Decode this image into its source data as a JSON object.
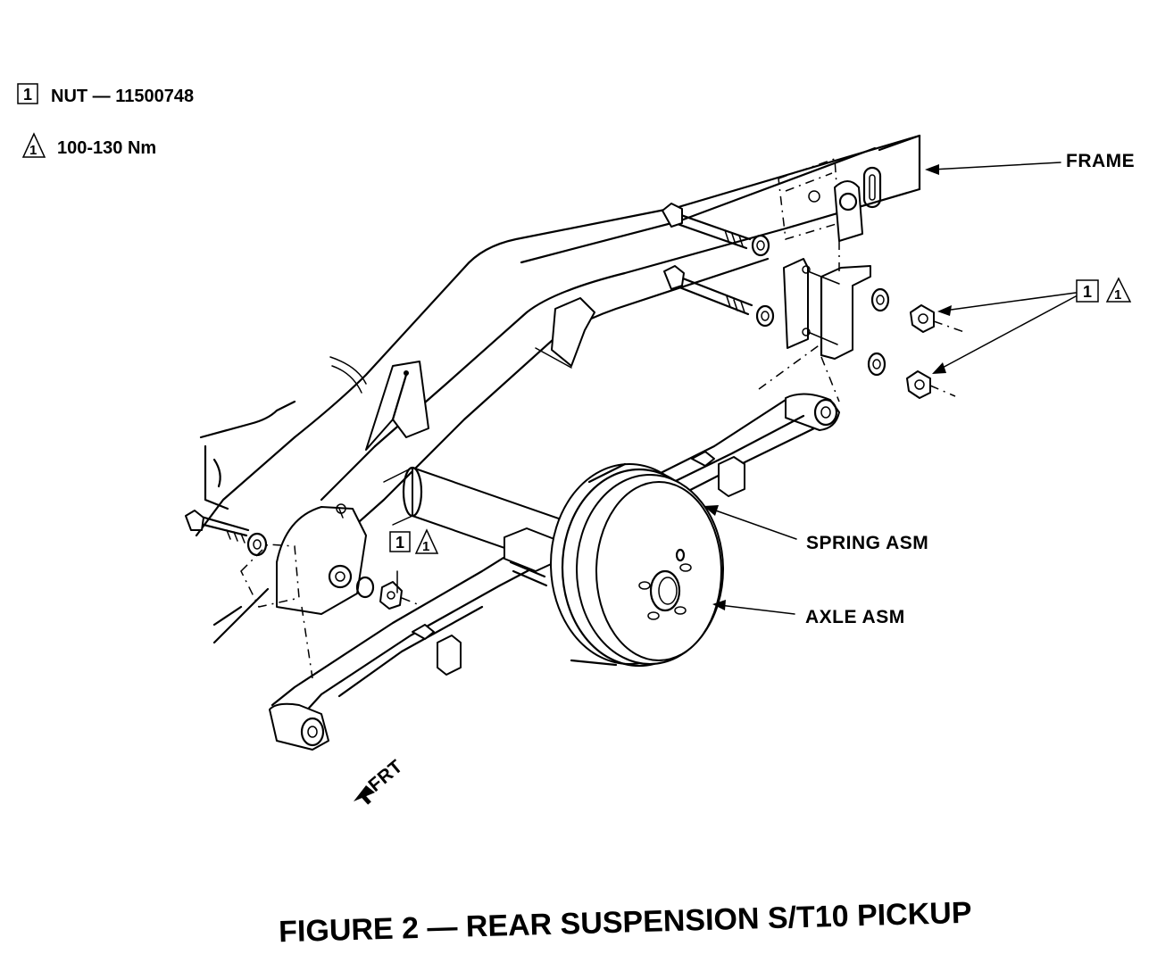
{
  "legend": {
    "nut": {
      "symbol": "1",
      "text": "NUT — 11500748"
    },
    "torque": {
      "symbol": "1",
      "text": "100-130 Nm"
    }
  },
  "labels": {
    "frame": "FRAME",
    "spring": "SPRING ASM",
    "axle": "AXLE ASM",
    "front": "FRT",
    "callout_symbol": "1"
  },
  "caption": "FIGURE 2 — REAR SUSPENSION S/T10 PICKUP"
}
